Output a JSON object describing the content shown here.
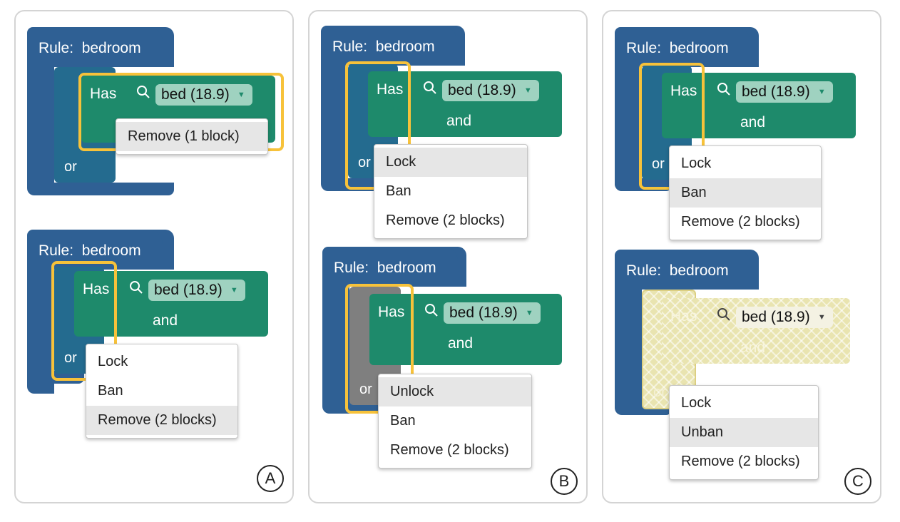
{
  "colors": {
    "rule_block": "#2f6094",
    "or_block": "#246b8f",
    "has_block": "#1e8a6b",
    "dropdown_bg": "#9fd2c0",
    "selection_outline": "#f7c23a",
    "locked_block": "#7f7f7f",
    "banned_block": "#e9e4b0",
    "menu_highlight": "#e6e6e6"
  },
  "panels": [
    {
      "letter": "A",
      "scenes": [
        {
          "rule_label": "Rule:  bedroom",
          "has_label": "Has",
          "dropdown_value": "bed (18.9)",
          "and_label": "",
          "or_label": "or",
          "menu": [
            {
              "label": "Remove (1 block)",
              "highlighted": true
            }
          ]
        },
        {
          "rule_label": "Rule:  bedroom",
          "has_label": "Has",
          "dropdown_value": "bed (18.9)",
          "and_label": "and",
          "or_label": "or",
          "menu": [
            {
              "label": "Lock",
              "highlighted": false
            },
            {
              "label": "Ban",
              "highlighted": false
            },
            {
              "label": "Remove (2 blocks)",
              "highlighted": true
            }
          ]
        }
      ]
    },
    {
      "letter": "B",
      "scenes": [
        {
          "rule_label": "Rule:  bedroom",
          "has_label": "Has",
          "dropdown_value": "bed (18.9)",
          "and_label": "and",
          "or_label": "or",
          "menu": [
            {
              "label": "Lock",
              "highlighted": true
            },
            {
              "label": "Ban",
              "highlighted": false
            },
            {
              "label": "Remove (2 blocks)",
              "highlighted": false
            }
          ]
        },
        {
          "rule_label": "Rule:  bedroom",
          "has_label": "Has",
          "dropdown_value": "bed (18.9)",
          "and_label": "and",
          "or_label": "or",
          "menu": [
            {
              "label": "Unlock",
              "highlighted": true
            },
            {
              "label": "Ban",
              "highlighted": false
            },
            {
              "label": "Remove (2 blocks)",
              "highlighted": false
            }
          ]
        }
      ]
    },
    {
      "letter": "C",
      "scenes": [
        {
          "rule_label": "Rule:  bedroom",
          "has_label": "Has",
          "dropdown_value": "bed (18.9)",
          "and_label": "and",
          "or_label": "or",
          "menu": [
            {
              "label": "Lock",
              "highlighted": false
            },
            {
              "label": "Ban",
              "highlighted": true
            },
            {
              "label": "Remove (2 blocks)",
              "highlighted": false
            }
          ]
        },
        {
          "rule_label": "Rule:  bedroom",
          "has_label": "Has",
          "dropdown_value": "bed (18.9)",
          "and_label": "and",
          "or_label": "or",
          "menu": [
            {
              "label": "Lock",
              "highlighted": false
            },
            {
              "label": "Unban",
              "highlighted": true
            },
            {
              "label": "Remove (2 blocks)",
              "highlighted": false
            }
          ]
        }
      ]
    }
  ]
}
